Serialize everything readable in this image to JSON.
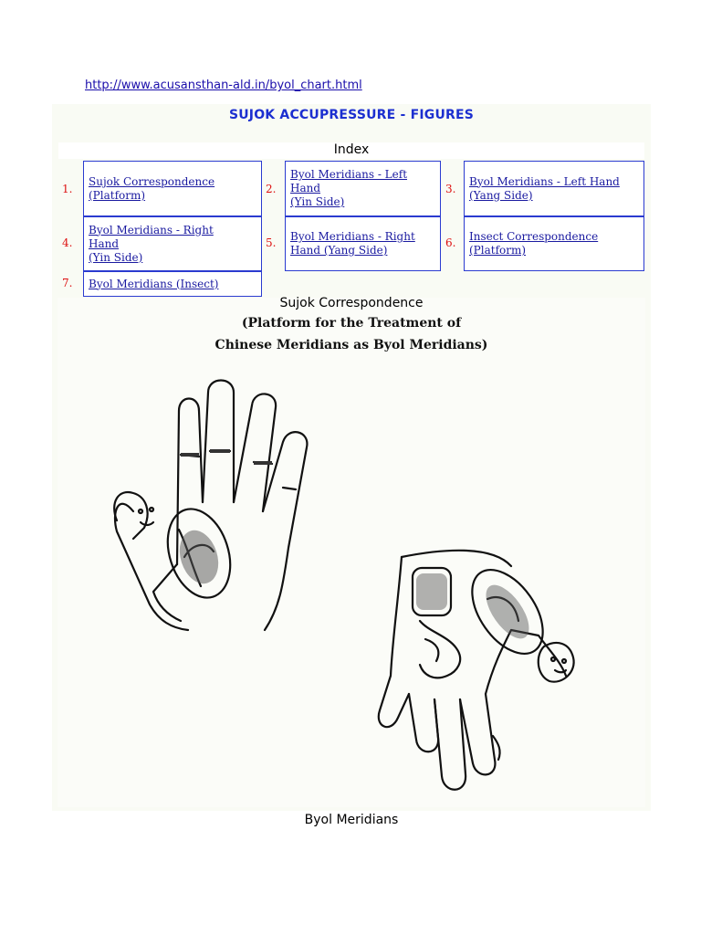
{
  "header": {
    "url": "http://www.acusansthan-ald.in/byol_chart.html"
  },
  "title": "SUJOK ACCUPRESSURE - FIGURES",
  "index": {
    "label": "Index",
    "items": [
      {
        "num": "1.",
        "label": "Sujok Correspondence\n(Platform)"
      },
      {
        "num": "2.",
        "label": "Byol Meridians - Left\nHand\n(Yin Side)"
      },
      {
        "num": "3.",
        "label": "Byol Meridians - Left Hand\n(Yang Side)"
      },
      {
        "num": "4.",
        "label": "Byol Meridians - Right\nHand\n(Yin Side)"
      },
      {
        "num": "5.",
        "label": "Byol Meridians - Right\nHand (Yang Side)"
      },
      {
        "num": "6.",
        "label": "Insect Correspondence\n(Platform)"
      },
      {
        "num": "7.",
        "label": "Byol Meridians (Insect)"
      }
    ]
  },
  "figure": {
    "caption_top": "Sujok Correspondence",
    "heading_line1": "(Platform for the Treatment of",
    "heading_line2": "Chinese Meridians as Byol Meridians)",
    "caption_bottom": "Byol Meridians"
  },
  "colors": {
    "link": "#1a1aa0",
    "title": "#1c2fd0",
    "number": "#d11111",
    "border": "#2b3bd0"
  }
}
